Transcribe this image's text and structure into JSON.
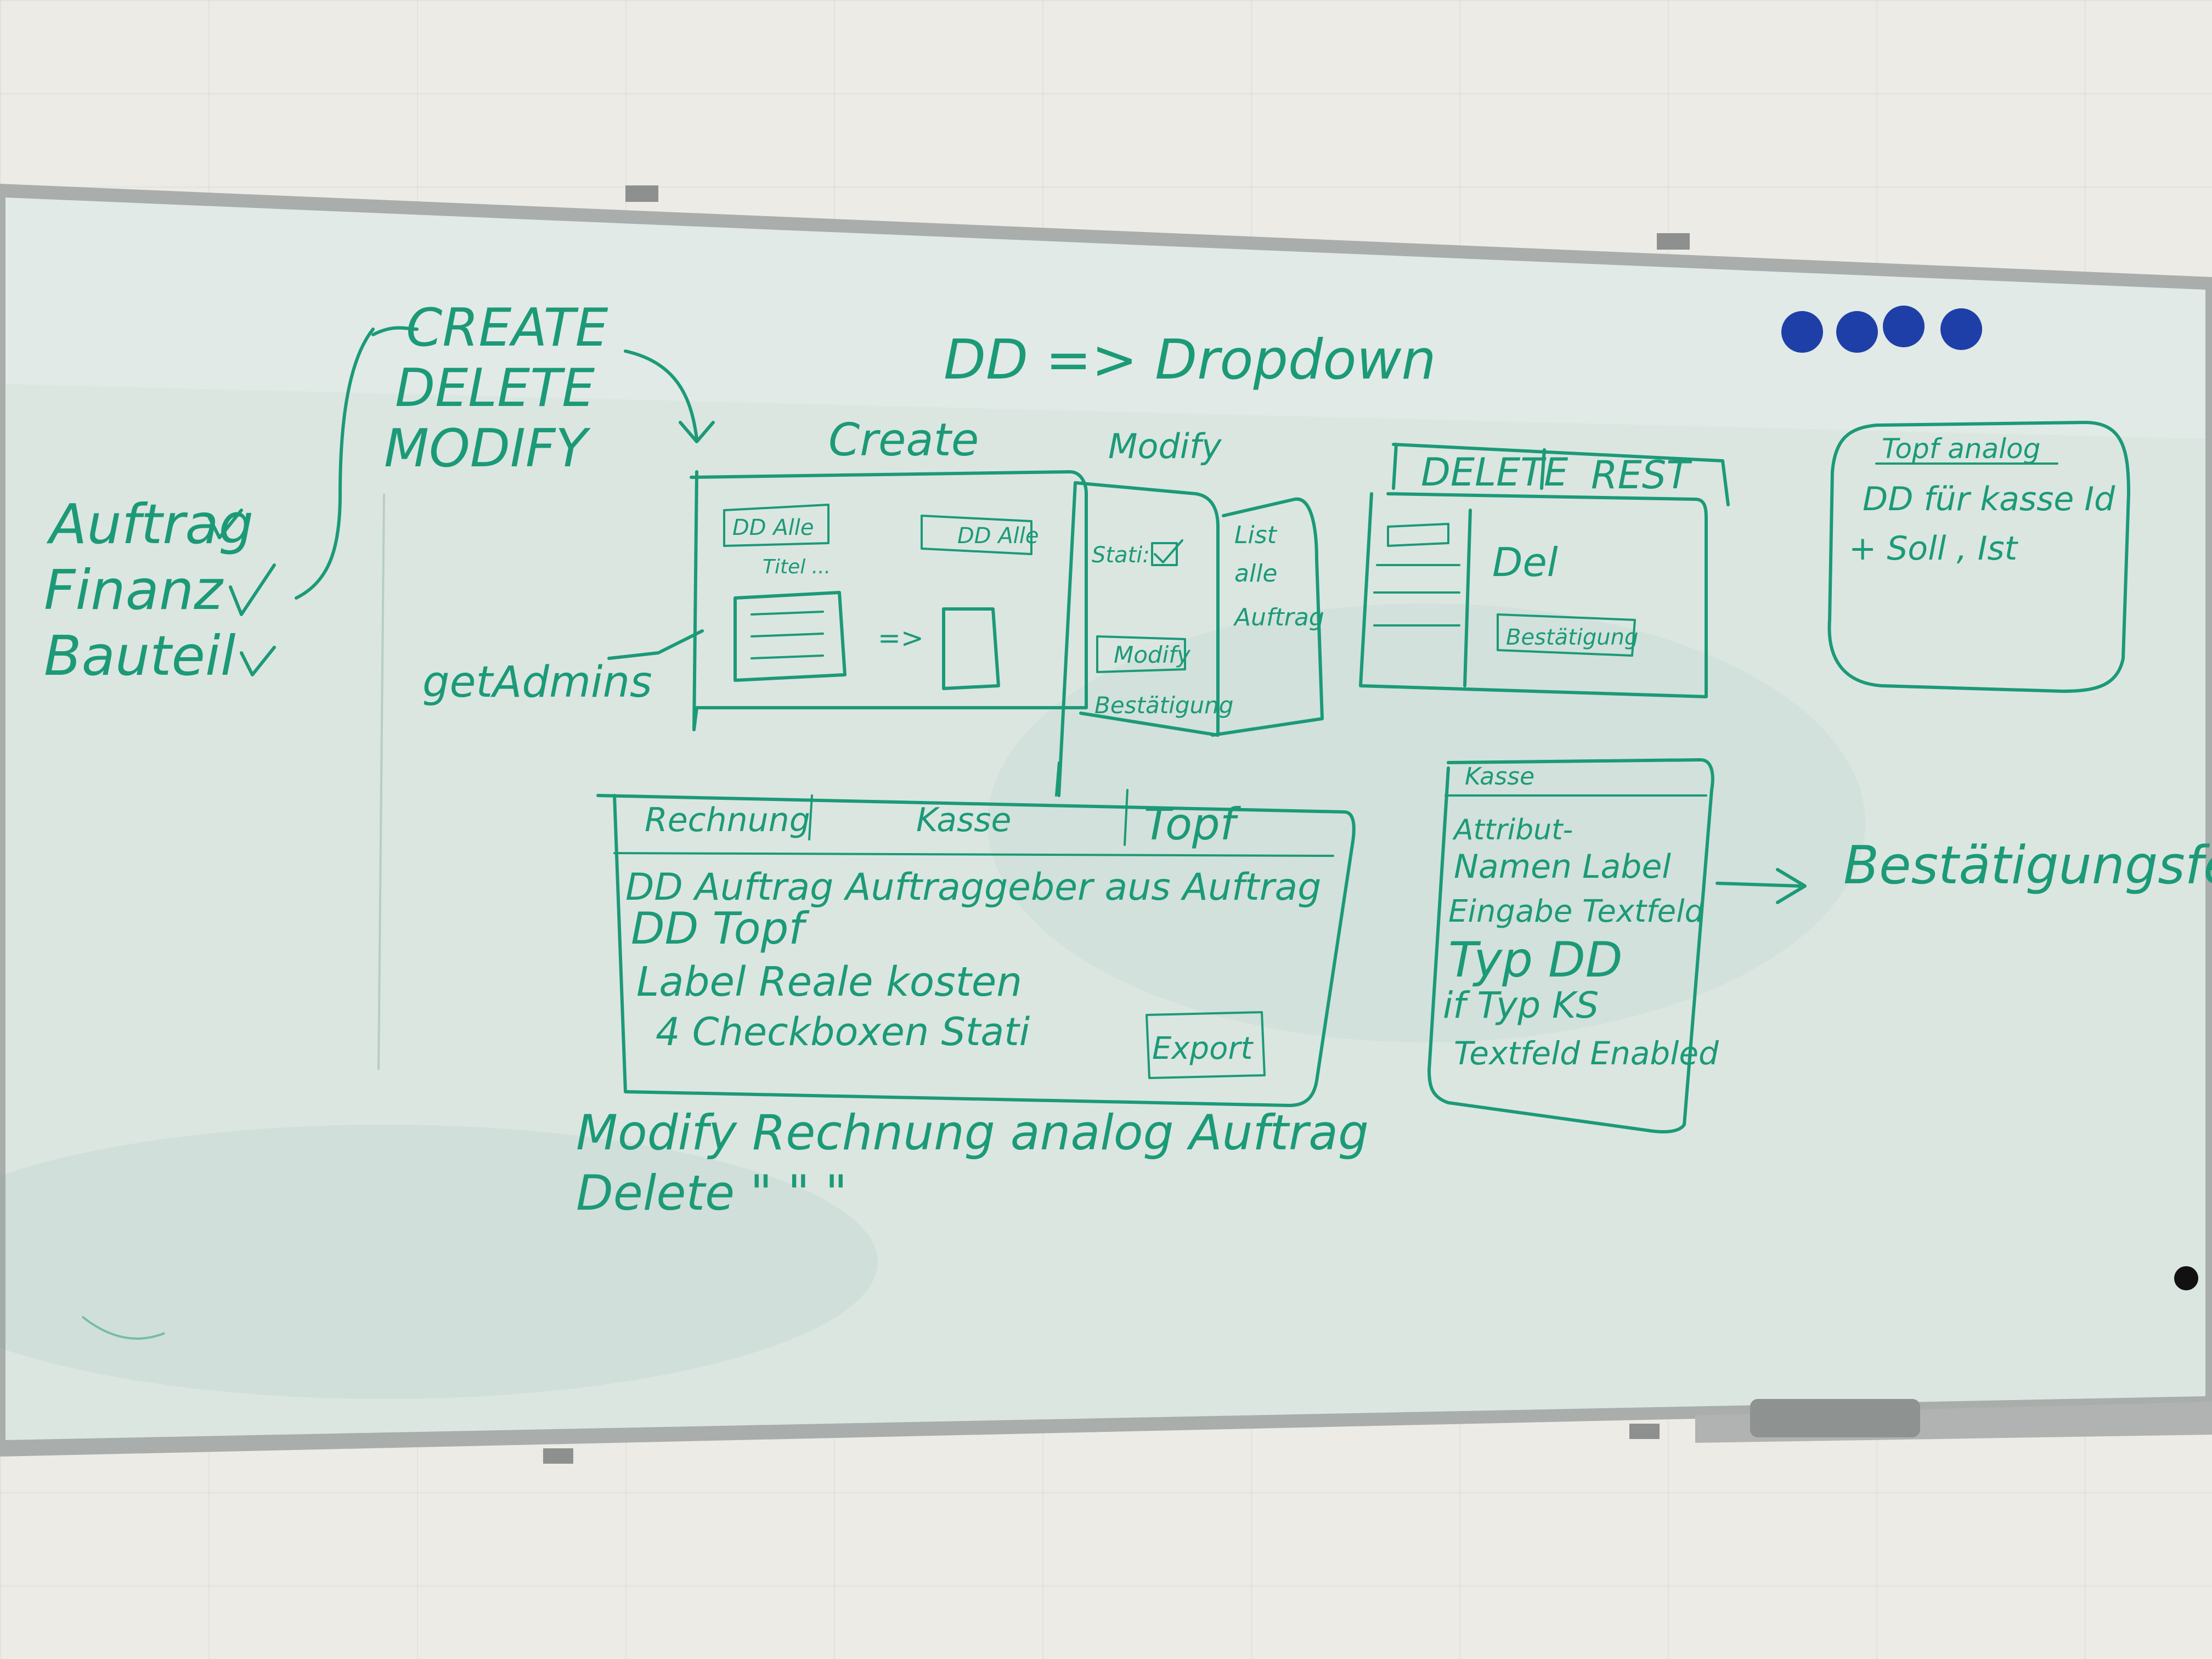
{
  "colors": {
    "wall": "#ecebe6",
    "board": "#d9e6e0",
    "frame": "#b5b7b4",
    "ink": "#1c9a78",
    "magnet": "#1f3fa8"
  },
  "board_text": {
    "heading_actions": [
      "CREATE",
      "DELETE",
      "MODIFY"
    ],
    "left_list": [
      "Auftrag",
      "Finanz",
      "Bauteil"
    ],
    "dd_definition": "DD => Dropdown",
    "get_admins": "getAdmins",
    "create_panel": {
      "title": "Create",
      "dd_alle": "DD Alle",
      "dd_alle_sub": "Titel ...",
      "dd_alle_right": "DD Alle",
      "arrow": "=>"
    },
    "modify_panel": {
      "title": "Modify",
      "stati": "Stati:",
      "modify_button": "Modify",
      "bestaetigung": "Bestätigung"
    },
    "list_panel": {
      "line1": "List",
      "line2": "alle",
      "line3": "Auftrag"
    },
    "delete_rest_panel": {
      "title_left": "DELETE",
      "title_right": "REST",
      "del": "Del",
      "bestaetigung": "Bestätigung"
    },
    "topf_panel": {
      "title": "Topf analog",
      "line1": "DD für kasse Id",
      "line2": "+ Soll , Ist"
    },
    "rechnung_panel": {
      "tabs": [
        "Rechnung",
        "Kasse",
        "Topf"
      ],
      "lines": [
        "DD Auftrag   Auftraggeber aus Auftrag",
        "DD Topf",
        "Label Reale kosten",
        "4 Checkboxen Stati"
      ],
      "export": "Export"
    },
    "modify_note": [
      "Modify Rechnung analog Auftrag",
      "Delete  \"   \"   \""
    ],
    "kasse_panel": {
      "title": "Kasse",
      "lines": [
        "Attribut-",
        "Namen  Label",
        "Eingabe  Textfeld",
        "Typ  DD",
        "if Typ KS",
        "Textfeld Enabled"
      ]
    },
    "bestaetigungsfenster": "Bestätigungsfenster"
  }
}
